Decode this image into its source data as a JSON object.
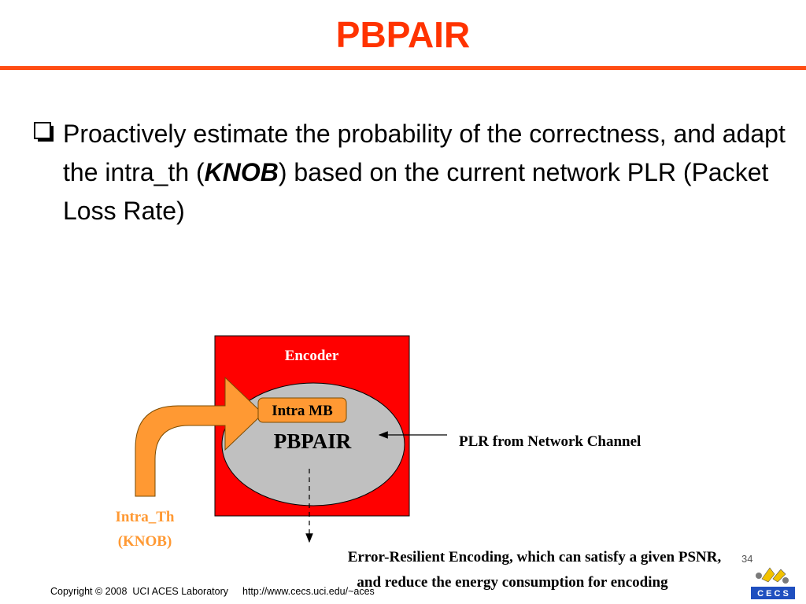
{
  "slide": {
    "title": "PBPAIR",
    "bullet": {
      "text_before": "Proactively estimate the probability of the correctness, and adapt the intra_th (",
      "emphasis": "KNOB",
      "text_after": ") based on the current network PLR (Packet Loss Rate)"
    },
    "diagram": {
      "encoder_label": "Encoder",
      "intra_mb_label": "Intra MB",
      "core_label": "PBPAIR",
      "plr_label": "PLR from Network Channel",
      "intra_th_line1": "Intra_Th",
      "intra_th_line2": "(KNOB)",
      "output_line1": "Error-Resilient Encoding, which can satisfy a given PSNR,",
      "output_line2": "and reduce the energy consumption for encoding"
    },
    "footer": {
      "copyright": "Copyright © 2008  UCI ACES Laboratory",
      "url": "http://www.cecs.uci.edu/~aces"
    },
    "page_number": "34",
    "logo_text": "C E C S"
  },
  "colors": {
    "title": "#ff3300",
    "rule": "#ff4d14",
    "encoder_fill": "#ff0000",
    "ellipse_fill": "#c0c0c0",
    "arrow_fill": "#ff9933",
    "intra_th_text": "#ff9933",
    "logo_blue": "#1f4fbf"
  }
}
